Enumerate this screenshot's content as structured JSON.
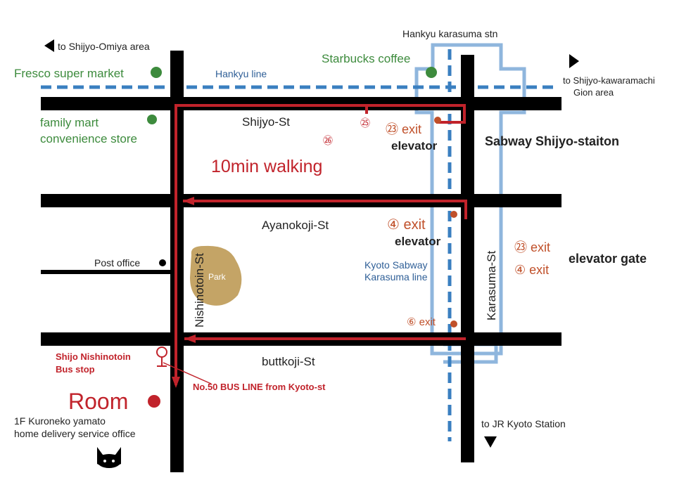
{
  "colors": {
    "road": "#000000",
    "route": "#c1232b",
    "subway_outline": "#8fb6dd",
    "subway_dash": "#3a7fc0",
    "green": "#3d8b3d",
    "exit_orange": "#c0502a",
    "park": "#c4a466",
    "blue_text": "#2f5f97",
    "dark_text": "#222222"
  },
  "directions": {
    "shijo_omiya": "to Shijyo-Omiya area",
    "kawaramachi_line1": "to Shijyo-kawaramachi",
    "kawaramachi_line2": "Gion area",
    "jr_kyoto": "to JR Kyoto Station"
  },
  "stations": {
    "hankyu_karasuma": "Hankyu karasuma stn",
    "hankyu_line": "Hankyu line",
    "subway_shijo": "Sabway Shijyo-staiton",
    "karasuma_line_1": "Kyoto Sabway",
    "karasuma_line_2": "Karasuma line"
  },
  "streets": {
    "shijo": "Shijyo-St",
    "ayanokoji": "Ayanokoji-St",
    "buttkoji": "buttkoji-St",
    "nishinotoin": "Nishinotoin-St",
    "karasuma": "Karasuma-St"
  },
  "places": {
    "fresco": "Fresco super market",
    "starbucks": "Starbucks coffee",
    "family_mart_1": "family mart",
    "family_mart_2": "convenience store",
    "post_office": "Post office",
    "park": "Park",
    "bus_stop_1": "Shijo Nishinotoin",
    "bus_stop_2": "Bus stop",
    "room": "Room",
    "kuroneko_1": "1F Kuroneko yamato",
    "kuroneko_2": "home delivery service office"
  },
  "exits": {
    "exit_23": "㉓ exit",
    "exit_4": "④ exit",
    "exit_6": "⑥ exit",
    "exit_25": "㉕",
    "exit_26": "㉖",
    "elevator": "elevator",
    "legend_exit_23": "㉓ exit",
    "legend_exit_4": "④ exit",
    "elevator_gate": "elevator gate"
  },
  "route": {
    "walking": "10min  walking",
    "bus_line": "No.50 BUS LINE from Kyoto-st"
  }
}
